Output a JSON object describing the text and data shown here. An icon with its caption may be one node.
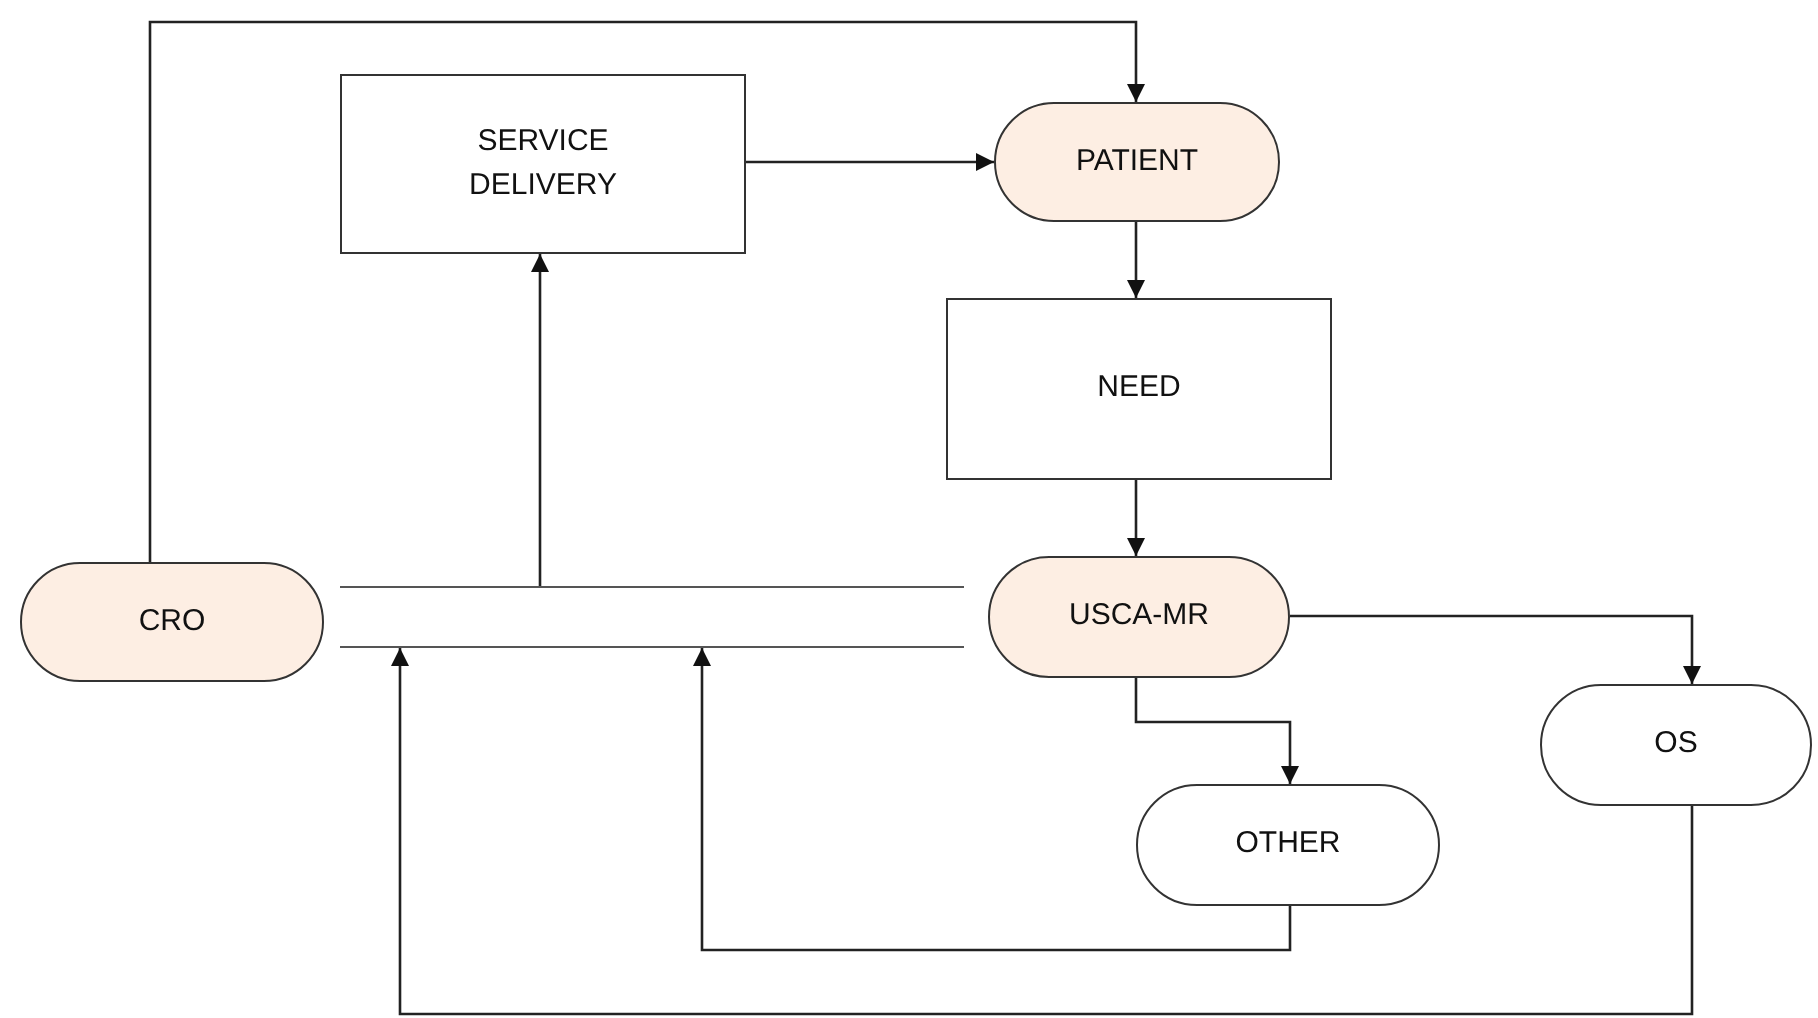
{
  "diagram": {
    "nodes": [
      {
        "text": [
          "SERVICE DELIVERY"
        ]
      },
      {
        "text": [
          "PATIENT"
        ]
      },
      {
        "text": [
          "NEED"
        ]
      },
      {
        "text": [
          "CRO"
        ]
      },
      {
        "text": [],
        "shape": "bar"
      },
      {
        "text": [
          "USCA-MR"
        ]
      },
      {
        "text": [
          "OS"
        ]
      },
      {
        "text": [
          "OTHER"
        ]
      }
    ],
    "edges": [
      {
        "from": 3,
        "to": 1,
        "arrow": "to"
      },
      {
        "from": 0,
        "to": 1,
        "arrow": "to"
      },
      {
        "from": 1,
        "to": 2,
        "arrow": "to"
      },
      {
        "from": 2,
        "to": 5,
        "arrow": "to"
      },
      {
        "from": 5,
        "to": 6,
        "arrow": "to"
      },
      {
        "from": 5,
        "to": 7,
        "arrow": "to"
      },
      {
        "from": 7,
        "to": 4,
        "arrow": "to"
      },
      {
        "from": 6,
        "to": 4,
        "arrow": "to"
      },
      {
        "from": 4,
        "to": 0,
        "arrow": "to"
      }
    ]
  }
}
